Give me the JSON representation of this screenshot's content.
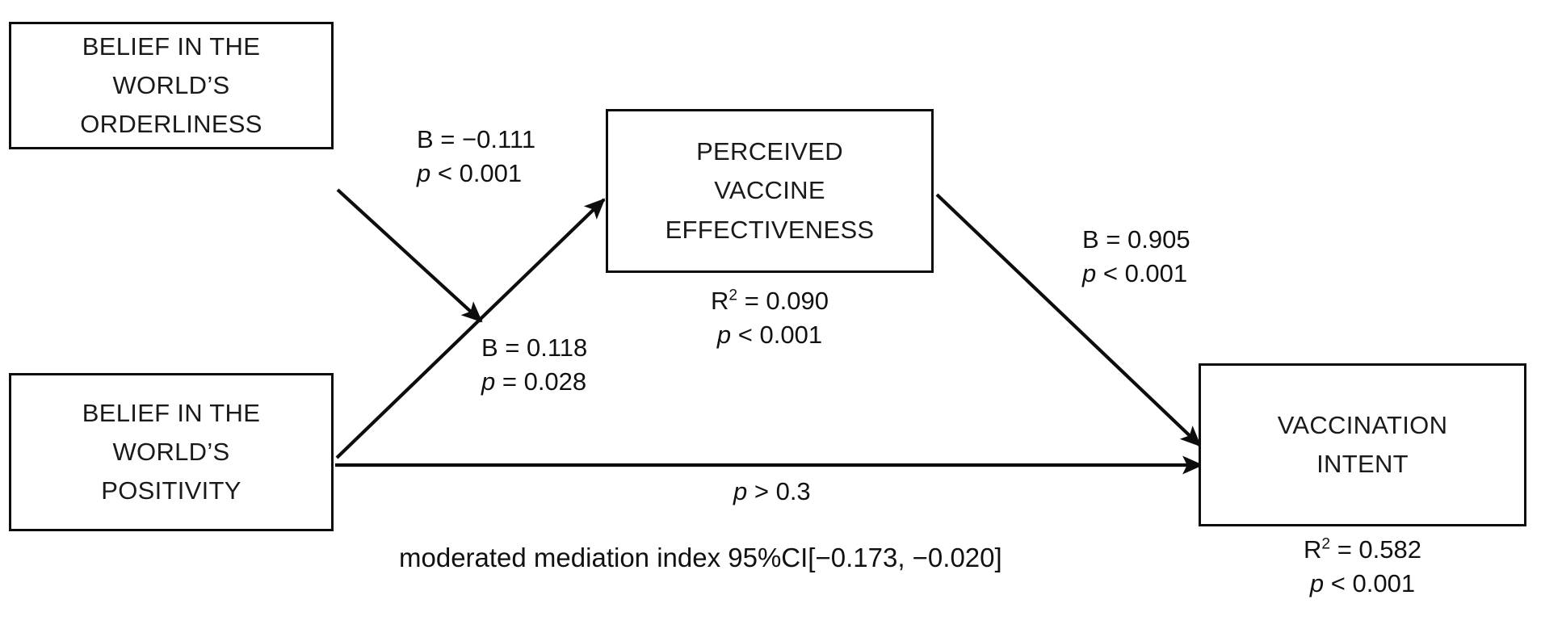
{
  "diagram": {
    "type": "moderated-mediation-path-diagram",
    "nodes": [
      {
        "id": "orderliness",
        "lines": [
          "BELIEF IN THE",
          "WORLD’S",
          "ORDERLINESS"
        ]
      },
      {
        "id": "positivity",
        "lines": [
          "BELIEF IN THE",
          "WORLD’S",
          "POSITIVITY"
        ]
      },
      {
        "id": "effectiveness",
        "lines": [
          "PERCEIVED",
          "VACCINE",
          "EFFECTIVENESS"
        ]
      },
      {
        "id": "intent",
        "lines": [
          "VACCINATION",
          "INTENT"
        ]
      }
    ],
    "edge_labels": {
      "orderliness_to_effectiveness": {
        "coefficient": "B = −0.111",
        "significance_prefix": "p",
        "significance_rest": " < 0.001"
      },
      "positivity_to_effectiveness": {
        "coefficient": "B = 0.118",
        "significance_prefix": "p",
        "significance_rest": " = 0.028"
      },
      "effectiveness_to_intent": {
        "coefficient": "B = 0.905",
        "significance_prefix": "p",
        "significance_rest": " < 0.001"
      },
      "positivity_to_intent": {
        "significance_prefix": "p",
        "significance_rest": " > 0.3"
      }
    },
    "model_fit": {
      "effectiveness": {
        "r2_prefix": "R",
        "r2_exponent": "2",
        "r2_value": " = 0.090",
        "significance_prefix": "p",
        "significance_rest": " < 0.001"
      },
      "intent": {
        "r2_prefix": "R",
        "r2_exponent": "2",
        "r2_value": " = 0.582",
        "significance_prefix": "p",
        "significance_rest": " < 0.001"
      }
    },
    "footnote": "moderated mediation index 95%CI[−0.173, −0.020]",
    "colors": {
      "stroke": "#0d0d0d",
      "text": "#111111",
      "background": "#ffffff"
    }
  }
}
